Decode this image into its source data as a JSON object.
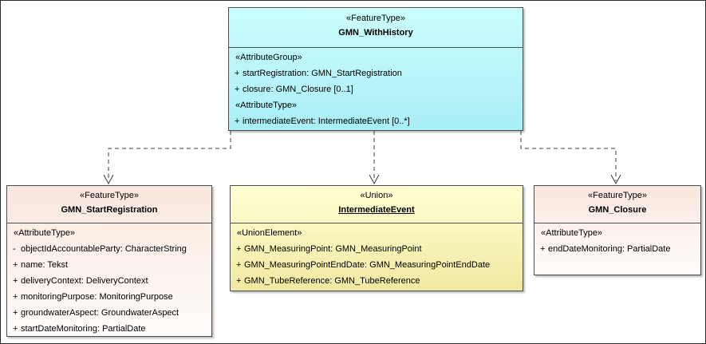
{
  "diagram": {
    "colors": {
      "feature_type_fill": "#ccfeff",
      "feature_type_pink_fill": "#f9e7dd",
      "union_fill": "#ffffd4",
      "border": "#4d4d4d",
      "connector": "#3c3c3c"
    },
    "boxes": {
      "with_history": {
        "stereotype": "«FeatureType»",
        "title": "GMN_WithHistory",
        "sections": [
          {
            "label": "«AttributeGroup»",
            "rows": [
              {
                "vis": "+",
                "text": "startRegistration: GMN_StartRegistration"
              },
              {
                "vis": "+",
                "text": "closure: GMN_Closure [0..1]"
              }
            ]
          },
          {
            "label": "«AttributeType»",
            "rows": [
              {
                "vis": "+",
                "text": "intermediateEvent: IntermediateEvent [0..*]"
              }
            ]
          }
        ]
      },
      "start_registration": {
        "stereotype": "«FeatureType»",
        "title": "GMN_StartRegistration",
        "sections": [
          {
            "label": "«AttributeType»",
            "rows": [
              {
                "vis": "-",
                "text": "objectIdAccountableParty: CharacterString"
              },
              {
                "vis": "+",
                "text": "name: Tekst"
              },
              {
                "vis": "+",
                "text": "deliveryContext: DeliveryContext"
              },
              {
                "vis": "+",
                "text": "monitoringPurpose: MonitoringPurpose"
              },
              {
                "vis": "+",
                "text": "groundwaterAspect: GroundwaterAspect"
              },
              {
                "vis": "+",
                "text": "startDateMonitoring: PartialDate"
              }
            ]
          }
        ]
      },
      "intermediate_event": {
        "stereotype": "«Union»",
        "title": "IntermediateEvent",
        "sections": [
          {
            "label": "«UnionElement»",
            "rows": [
              {
                "vis": "+",
                "text": "GMN_MeasuringPoint: GMN_MeasuringPoint"
              },
              {
                "vis": "+",
                "text": "GMN_MeasuringPointEndDate: GMN_MeasuringPointEndDate"
              },
              {
                "vis": "+",
                "text": "GMN_TubeReference: GMN_TubeReference"
              }
            ]
          }
        ]
      },
      "closure": {
        "stereotype": "«FeatureType»",
        "title": "GMN_Closure",
        "sections": [
          {
            "label": "«AttributeType»",
            "rows": [
              {
                "vis": "+",
                "text": "endDateMonitoring: PartialDate"
              }
            ]
          }
        ]
      }
    }
  }
}
